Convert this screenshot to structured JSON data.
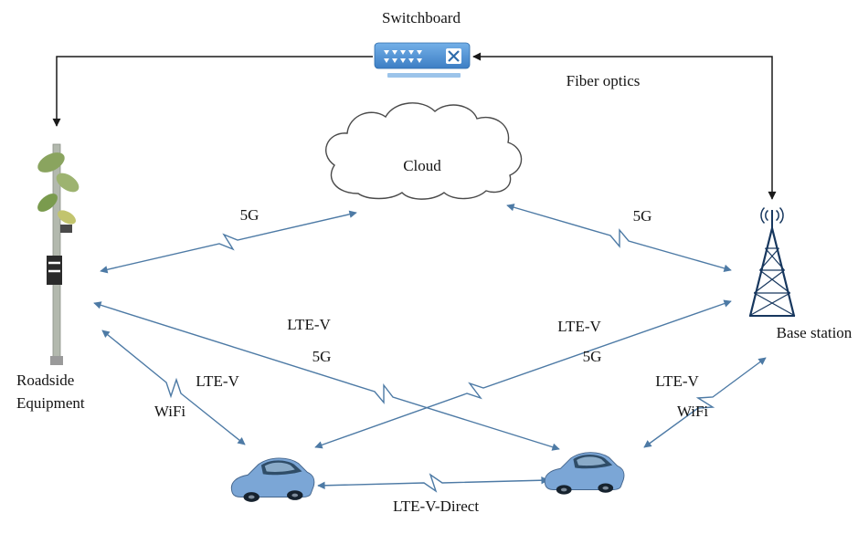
{
  "diagram": {
    "nodes": {
      "switchboard": "Switchboard",
      "cloud": "Cloud",
      "roadside_line1": "Roadside",
      "roadside_line2": "Equipment",
      "base_station": "Base station"
    },
    "links": {
      "fiber_optics": "Fiber optics",
      "roadside_cloud_5g": "5G",
      "cloud_base_5g": "5G",
      "roadside_farcar_ltev": "LTE-V",
      "roadside_farcar_5g": "5G",
      "base_farcar_ltev": "LTE-V",
      "base_farcar_5g": "5G",
      "roadside_nearcar_ltev": "LTE-V",
      "roadside_nearcar_wifi": "WiFi",
      "base_nearcar_ltev": "LTE-V",
      "base_nearcar_wifi": "WiFi",
      "car_car": "LTE-V-Direct"
    },
    "colors": {
      "radio_link": "#4d7aa5",
      "fiber_link": "#1a1a1a",
      "switch_blue": "#4a8fd3",
      "tower_navy": "#17375e",
      "car_blue": "#7ba6d6",
      "cloud_outline": "#4a4a4a"
    }
  }
}
